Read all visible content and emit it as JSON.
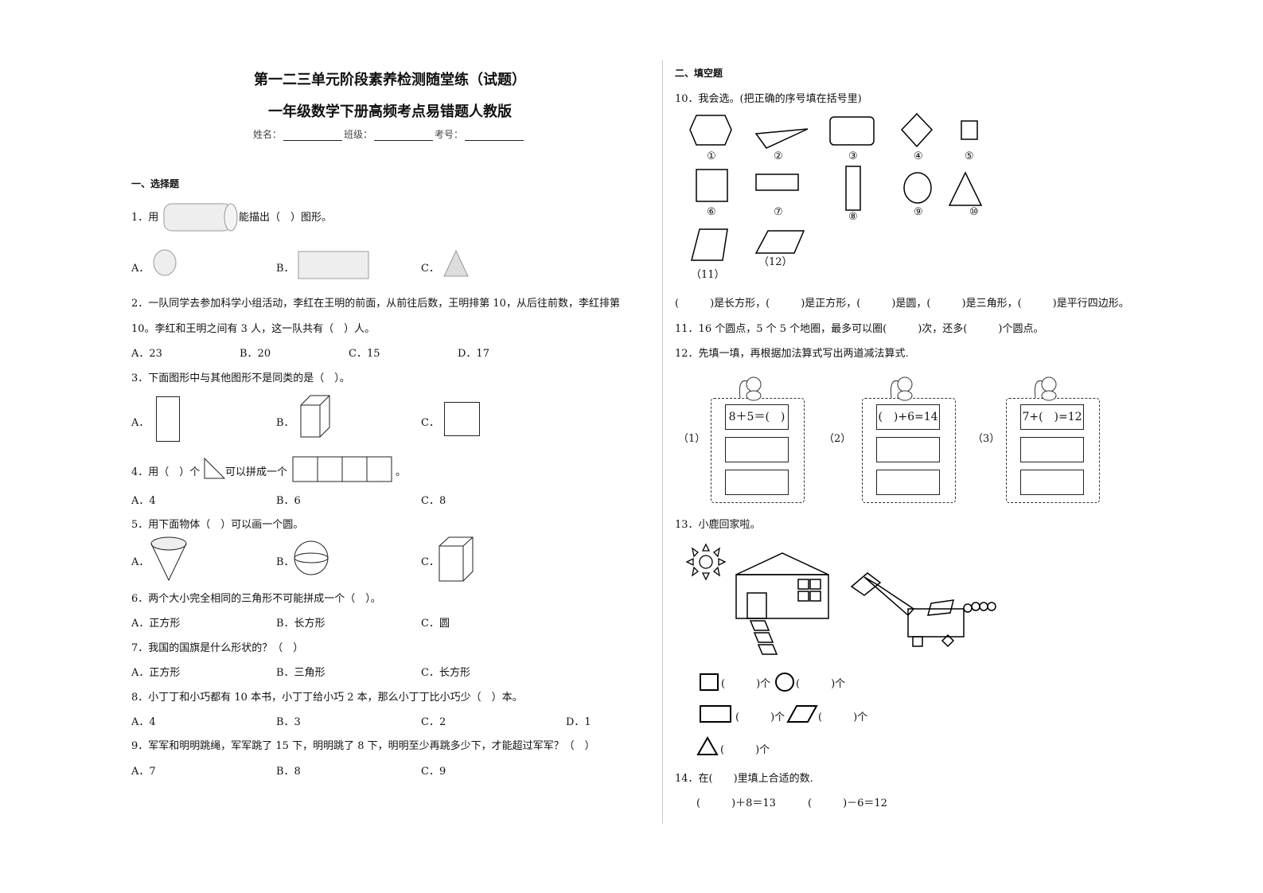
{
  "title": "第一二三单元阶段素养检测随堂练（试题）",
  "subtitle": "一年级数学下册高频考点易错题人教版",
  "info": {
    "name": "姓名：",
    "class": "班级：",
    "number": "考号："
  },
  "section1": "一、选择题",
  "q1": {
    "pre": "1．用",
    "post": "能描出（　）图形。",
    "a": "A．",
    "b": "B．",
    "c": "C．"
  },
  "q2": {
    "line1": "2．一队同学去参加科学小组活动，李红在王明的前面，从前往后数，王明排第 10，从后往前数，李红排第",
    "line2": "10。李红和王明之间有 3 人，这一队共有（　）人。",
    "options": [
      "A．23",
      "B．20",
      "C．15",
      "D．17"
    ]
  },
  "q3": {
    "text": "3．下面图形中与其他图形不是同类的是（　）。",
    "a": "A．",
    "b": "B．",
    "c": "C．"
  },
  "q4": {
    "pre": "4．用（　）个",
    "mid": "可以拼成一个",
    "end": "。",
    "options": [
      "A．4",
      "B．6",
      "C．8"
    ]
  },
  "q5": {
    "text": "5．用下面物体（　）可以画一个圆。",
    "a": "A．",
    "b": "B．",
    "c": "C．"
  },
  "q6": {
    "text": "6．两个大小完全相同的三角形不可能拼成一个（　）。",
    "options": [
      "A．正方形",
      "B．长方形",
      "C．圆"
    ]
  },
  "q7": {
    "text": "7．我国的国旗是什么形状的？（　）",
    "options": [
      "A．正方形",
      "B．三角形",
      "C．长方形"
    ]
  },
  "q8": {
    "text": "8．小丁丁和小巧都有 10 本书，小丁丁给小巧 2 本，那么小丁丁比小巧少（　）本。",
    "options": [
      "A．4",
      "B．3",
      "C．2",
      "D．1"
    ]
  },
  "q9": {
    "text": "9．军军和明明跳绳，军军跳了 15 下，明明跳了 8 下，明明至少再跳多少下，才能超过军军？（　）",
    "options": [
      "A．7",
      "B．8",
      "C．9"
    ]
  },
  "section2": "二、填空题",
  "q10": {
    "text": "10．我会选。(把正确的序号填在括号里)",
    "labels": [
      "①",
      "②",
      "③",
      "④",
      "⑤",
      "⑥",
      "⑦",
      "⑧",
      "⑨",
      "⑩",
      "（11）",
      "（12）"
    ],
    "answer": "(　　　)是长方形，(　　　)是正方形，(　　　)是圆，(　　　)是三角形，(　　　)是平行四边形。"
  },
  "q11": "11．16 个圆点，5 个 5 个地圈，最多可以圈(　　　)次，还多(　　　)个圆点。",
  "q12": {
    "text": "12．先填一填，再根据加法算式写出两道减法算式.",
    "labels": [
      "（1）",
      "（2）",
      "（3）"
    ],
    "equations": [
      "8＋5＝(　)",
      "(　)+6=14",
      "7+(　)=12"
    ]
  },
  "q13": {
    "text": "13．小鹿回家啦。",
    "count": "(　　　)个"
  },
  "q14": {
    "text": "14．在(　　)里填上合适的数.",
    "eq1": "(　　　)＋8＝13",
    "eq2": "(　　　)－6＝12"
  }
}
